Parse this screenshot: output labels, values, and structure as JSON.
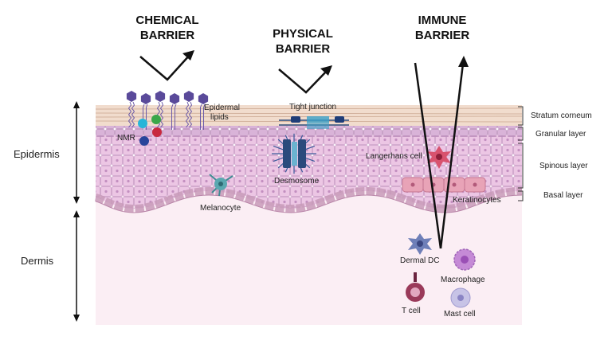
{
  "headers": {
    "chemical": [
      "CHEMICAL",
      "BARRIER"
    ],
    "physical": [
      "PHYSICAL",
      "BARRIER"
    ],
    "immune": [
      "IMMUNE",
      "BARRIER"
    ]
  },
  "regions": {
    "epidermis": "Epidermis",
    "dermis": "Dermis"
  },
  "layers": [
    "Stratum corneum",
    "Granular layer",
    "Spinous layer",
    "Basal layer"
  ],
  "labels": {
    "epidermal_lipids": [
      "Epidermal",
      "lipids"
    ],
    "nmr": "NMR",
    "tight_junction": "Tight junction",
    "desmosome": "Desmosome",
    "langerhans_cell": "Langerhans cell",
    "keratinocytes": "Keratinocytes",
    "melanocyte": "Melanocyte",
    "dermal_dc": "Dermal DC",
    "macrophage": "Macrophage",
    "t_cell": "T cell",
    "mast_cell": "Mast cell"
  },
  "colors": {
    "stratum_corneum": "#f1dccd",
    "granular": "#d9b3d8",
    "spinous": "#ecc6e4",
    "basal_cell": "#f3d6e2",
    "dermis": "#fbeef4",
    "arrow": "#111111",
    "langerhans": "#d8526e",
    "melanocyte": "#5aa8b0",
    "dermal_dc": "#6e7fb8",
    "macrophage": "#c58ad6",
    "t_cell": "#9a3a5a",
    "mast_cell": "#c7c3e6",
    "desmosome": "#2a4a7c"
  }
}
